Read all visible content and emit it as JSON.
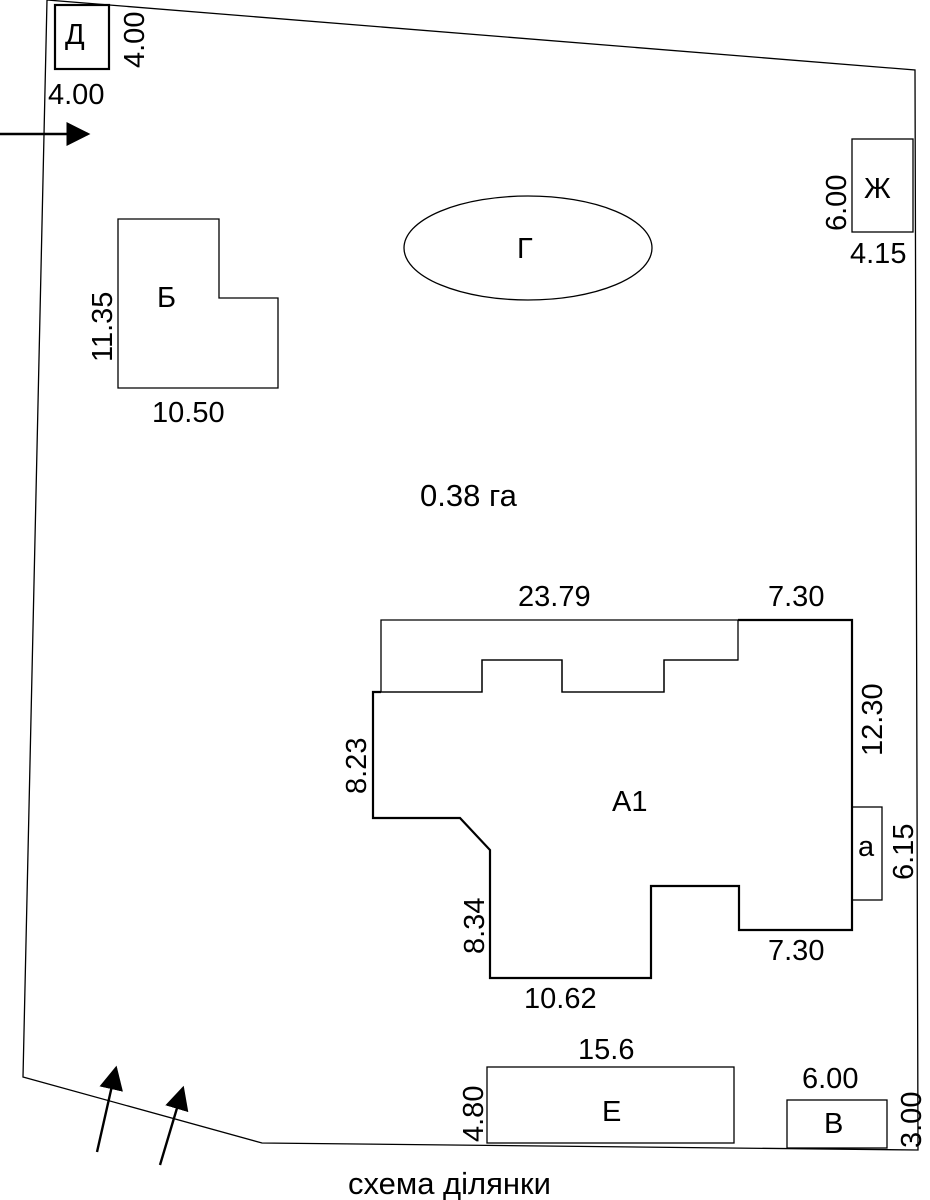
{
  "title": "схема ділянки",
  "area_label": "0.38 га",
  "buildings": {
    "A1": {
      "label": "А1"
    },
    "a": {
      "label": "а"
    },
    "B": {
      "label": "Б",
      "width": "10.50",
      "height": "11.35"
    },
    "G": {
      "label": "Г"
    },
    "D": {
      "label": "Д",
      "width": "4.00",
      "height": "4.00"
    },
    "Zh": {
      "label": "Ж",
      "width": "4.15",
      "height": "6.00"
    },
    "E": {
      "label": "Е",
      "width": "15.6",
      "height": "4.80"
    },
    "V": {
      "label": "В",
      "width": "6.00",
      "height": "3.00"
    }
  },
  "a1_dimensions": {
    "top": "23.79",
    "top_right": "7.30",
    "right": "12.30",
    "left_upper": "8.23",
    "left_lower": "8.34",
    "bottom": "10.62",
    "bottom_right": "7.30",
    "a_side": "6.15"
  }
}
